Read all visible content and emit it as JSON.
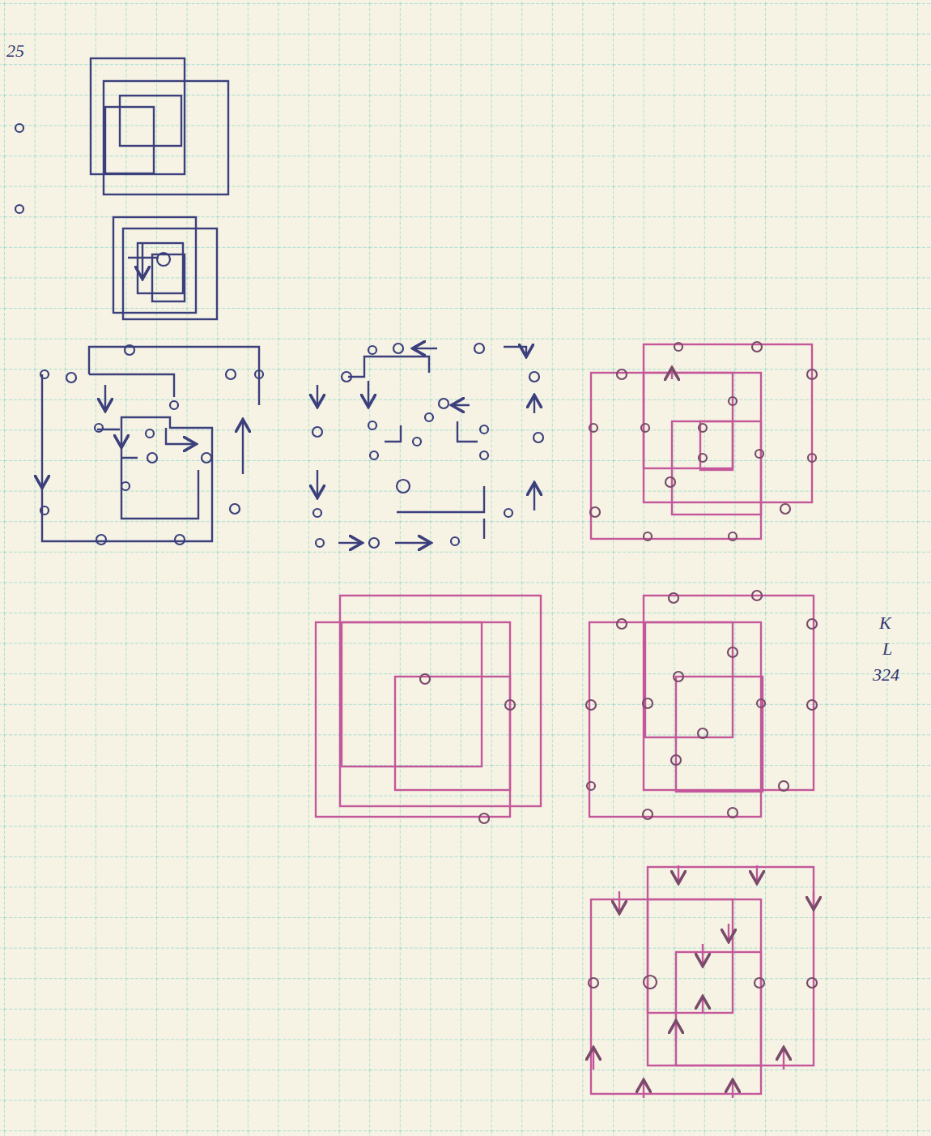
{
  "diagram": {
    "labels": [
      "25",
      "K",
      "L",
      "324"
    ]
  }
}
